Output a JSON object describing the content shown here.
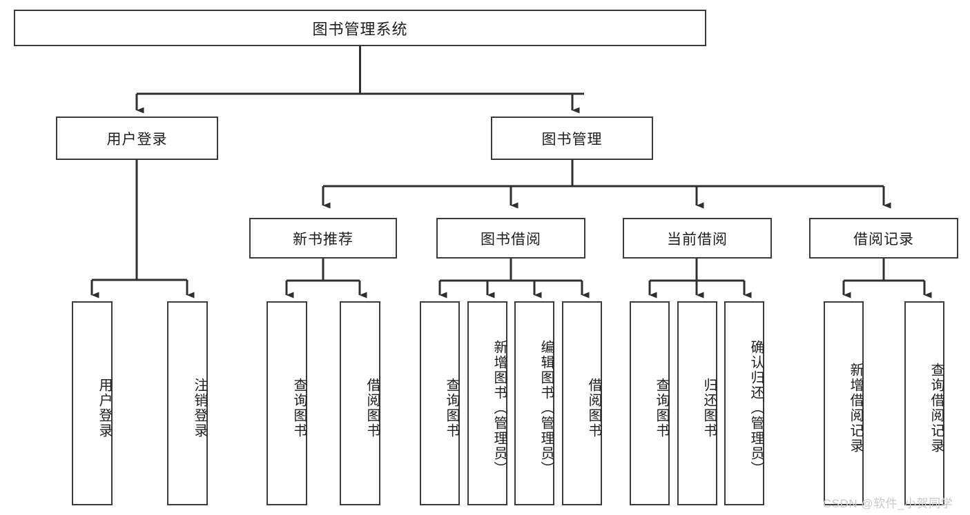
{
  "diagram": {
    "title": "图书管理系统",
    "type": "tree-hierarchy",
    "root": {
      "label": "图书管理系统"
    },
    "level2": [
      {
        "label": "用户登录"
      },
      {
        "label": "图书管理"
      }
    ],
    "level3": [
      {
        "label": "新书推荐"
      },
      {
        "label": "图书借阅"
      },
      {
        "label": "当前借阅"
      },
      {
        "label": "借阅记录"
      }
    ],
    "leaves": {
      "user_login": [
        {
          "label": "用户登录"
        },
        {
          "label": "注销登录"
        }
      ],
      "new_book_recommend": [
        {
          "label": "查询图书"
        },
        {
          "label": "借阅图书"
        }
      ],
      "book_borrow": [
        {
          "label": "查询图书"
        },
        {
          "label": "新增图书（管理员）"
        },
        {
          "label": "编辑图书（管理员）"
        },
        {
          "label": "借阅图书"
        }
      ],
      "current_borrow": [
        {
          "label": "查询图书"
        },
        {
          "label": "归还图书"
        },
        {
          "label": "确认归还（管理员）"
        }
      ],
      "borrow_record": [
        {
          "label": "新增借阅记录"
        },
        {
          "label": "查询借阅记录"
        }
      ]
    }
  },
  "watermark": {
    "text": "CSDN @软件_小贺同学"
  },
  "colors": {
    "box_border": "#3a3a3a",
    "line": "#2f2f2f",
    "text": "#1d1d1d",
    "background": "#ffffff",
    "watermark": "#c9c9c9"
  }
}
